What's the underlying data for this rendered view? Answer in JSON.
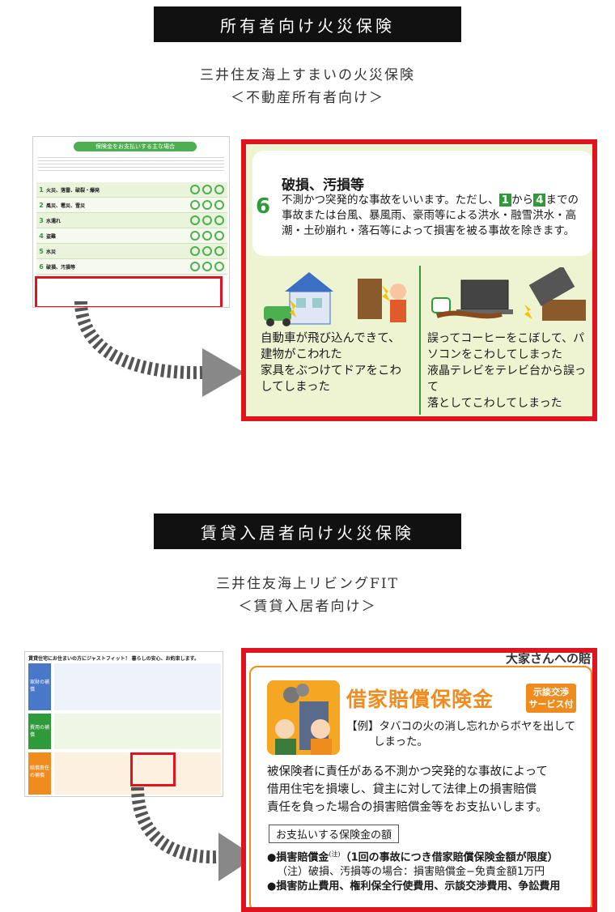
{
  "section1": {
    "banner": "所有者向け火災保険",
    "product_line1": "三井住友海上すまいの火災保険",
    "product_line2": "＜不動産所有者向け＞",
    "thumb": {
      "header": "保険金をお支払いする主な場合",
      "row_numbers": [
        "1",
        "2",
        "3",
        "4",
        "5",
        "6"
      ],
      "row_titles": [
        "火災、落雷、破裂・爆発",
        "風災、雹災、雪災",
        "水濡れ",
        "盗難",
        "水災",
        "破損、汚損等"
      ]
    },
    "zoom": {
      "number": "6",
      "title": "破損、汚損等",
      "desc_pre": "不測かつ突発的な事故をいいます。ただし、",
      "badge_1": "1",
      "desc_mid": "から",
      "badge_2": "4",
      "desc_post": "までの事故または台風、暴風雨、豪雨等による洪水・融雪洪水・高潮・土砂崩れ・落石等によって損害を被る事故を除きます。",
      "left_caption_1": "自動車が飛び込んできて、",
      "left_caption_2": "建物がこわれた",
      "left_caption_3": "家具をぶつけてドアをこわ",
      "left_caption_4": "してしまった",
      "right_caption_1": "誤ってコーヒーをこぼして、パ",
      "right_caption_2": "ソコンをこわしてしまった",
      "right_caption_3": "液晶テレビをテレビ台から誤って",
      "right_caption_4": "落としてこわしてしまった"
    }
  },
  "section2": {
    "banner": "賃貸入居者向け火災保険",
    "product_line1": "三井住友海上リビングFIT",
    "product_line2": "＜賃貸入居者向け＞",
    "thumb": {
      "header": "賃貸住宅にお住まいの方にジャストフィット！ 暮らしの安心、お約束します。",
      "side_labels": [
        "家財の補償",
        "費用の補償",
        "賠償責任の補償"
      ]
    },
    "zoom": {
      "top_strip": "大家さんへの賠",
      "title": "借家賠償保険金",
      "tag_line1": "示談交渉",
      "tag_line2": "サービス付",
      "example_1": "【例】タバコの火の消し忘れからボヤを出して",
      "example_2": "しまった。",
      "body_1": "被保険者に責任がある不測かつ突発的な事故によって",
      "body_2": "借用住宅を損壊し、貸主に対して法律上の損害賠償",
      "body_3": "責任を負った場合の損害賠償金等をお支払いします。",
      "box_label": "お支払いする保険金の額",
      "item1_a": "●損害賠償金",
      "item1_note": "(注)",
      "item1_b": "（1回の事故につき借家賠償保険金額が限度）",
      "item1_sub": "（注）破損、汚損等の場合：損害賠償金−免責金額1万円",
      "item2": "●損害防止費用、権利保全行使費用、示談交渉費用、争訟費用"
    }
  },
  "colors": {
    "accent_red": "#e0141e",
    "orange": "#f08c1e",
    "green": "#2e9a3a",
    "panel": "#eef4d2"
  }
}
